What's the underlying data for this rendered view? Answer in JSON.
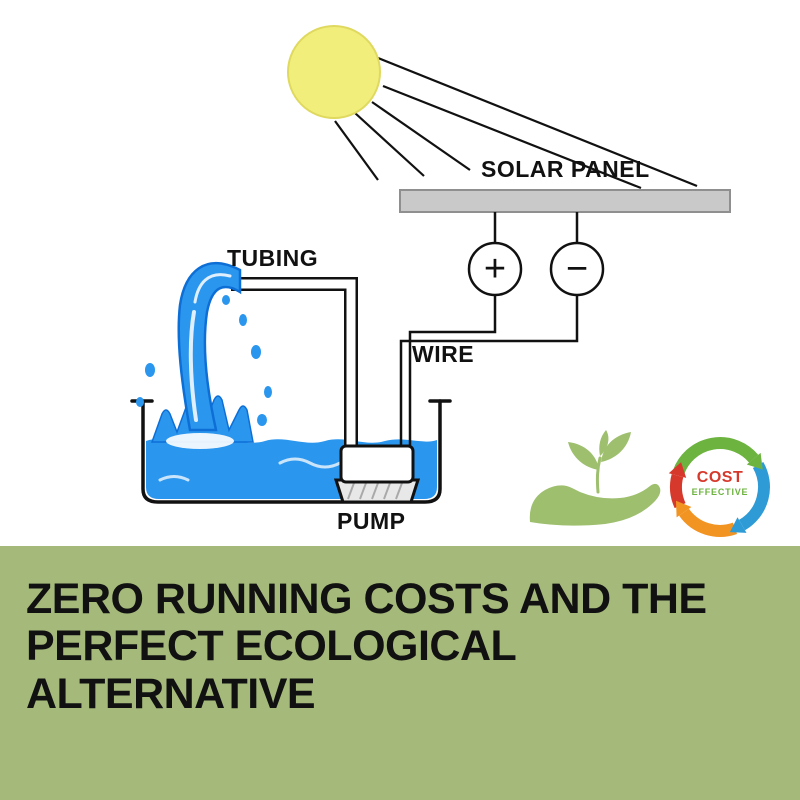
{
  "colors": {
    "sun": "#f1ee7b",
    "sun_edge": "#dfd95f",
    "panel": "#c9c9c9",
    "line": "#111111",
    "water": "#2b96ee",
    "water_deep": "#0d6fd6",
    "eco_green": "#9dbf6e",
    "band_bg": "#a5ba7a",
    "badge_green": "#6cb33f",
    "badge_blue": "#2e9bd6",
    "badge_orange": "#f29422",
    "badge_red": "#d6392c",
    "text": "#111111"
  },
  "diagram": {
    "labels": {
      "solar_panel": "SOLAR PANEL",
      "tubing": "TUBING",
      "wire": "WIRE",
      "pump": "PUMP"
    },
    "terminals": {
      "positive": "+",
      "negative": "−"
    },
    "badge": {
      "top": "COST",
      "bottom": "EFFECTIVE"
    }
  },
  "banner": {
    "lines": [
      "ZERO RUNNING COSTS AND THE",
      "PERFECT ECOLOGICAL",
      "ALTERNATIVE"
    ]
  }
}
